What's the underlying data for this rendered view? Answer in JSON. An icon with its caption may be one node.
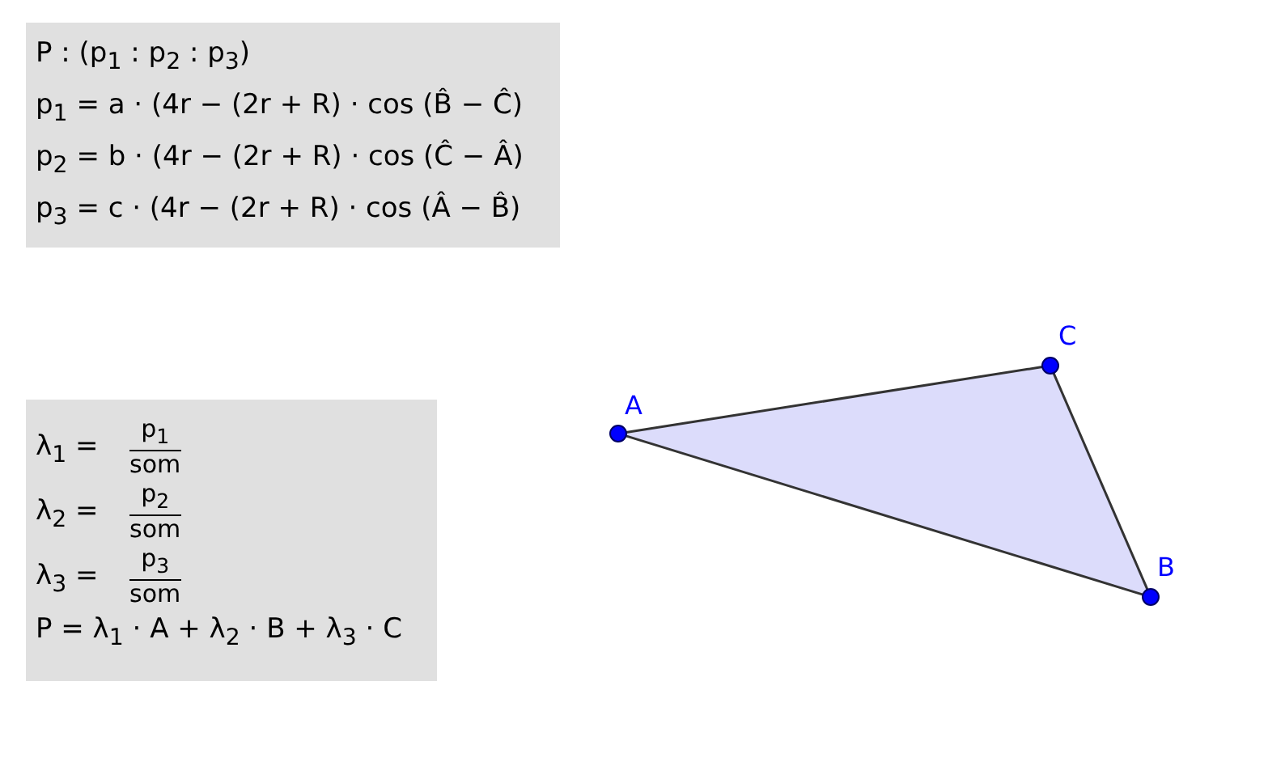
{
  "diagram": {
    "nodes": [
      {
        "text": [
          "P : (p$_{1}$ : p$_{2}$ : p$_{3}$)",
          "p$_{1}$ = a · (4r − (2r + R) · cos (B̂ − Ĉ)",
          "p$_{2}$ = b · (4r − (2r + R) · cos (Ĉ − Â)",
          "p$_{3}$ = c · (4r − (2r + R) · cos (Â − B̂)"
        ]
      },
      {
        "text": [
          "λ$_{1}$ =",
          "p$_{1}$",
          "som",
          "λ$_{2}$ =",
          "p$_{2}$",
          "som",
          "λ$_{3}$ =",
          "p$_{3}$",
          "som",
          "P = λ$_{1}$ · A + λ$_{2}$ · B + λ$_{3}$ · C"
        ]
      },
      {
        "text": [],
        "shape": "circle"
      },
      {
        "text": [],
        "shape": "circle"
      },
      {
        "text": [],
        "shape": "circle"
      }
    ],
    "edges": [
      {
        "from": 2,
        "to": 4,
        "arrow": "none"
      },
      {
        "from": 4,
        "to": 3,
        "arrow": "none"
      },
      {
        "from": 2,
        "to": 3,
        "arrow": "none"
      }
    ],
    "labels": [
      "A",
      "C",
      "B"
    ]
  }
}
